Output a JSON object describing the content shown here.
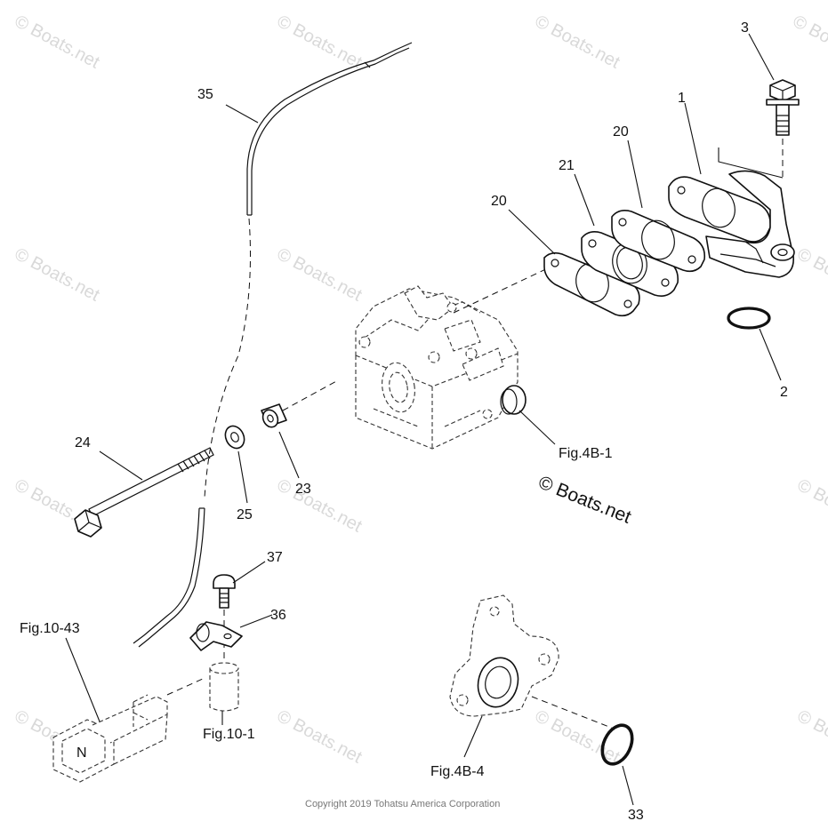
{
  "watermark": "© Boats.net",
  "copyright": "Copyright 2019 Tohatsu America Corporation",
  "labels": {
    "p1": "1",
    "p2": "2",
    "p3": "3",
    "p20a": "20",
    "p20b": "20",
    "p21": "21",
    "p23": "23",
    "p24": "24",
    "p25": "25",
    "p33": "33",
    "p35": "35",
    "p36": "36",
    "p37": "37",
    "fig4b1": "Fig.4B-1",
    "fig4b4": "Fig.4B-4",
    "fig1043": "Fig.10-43",
    "fig101": "Fig.10-1"
  }
}
